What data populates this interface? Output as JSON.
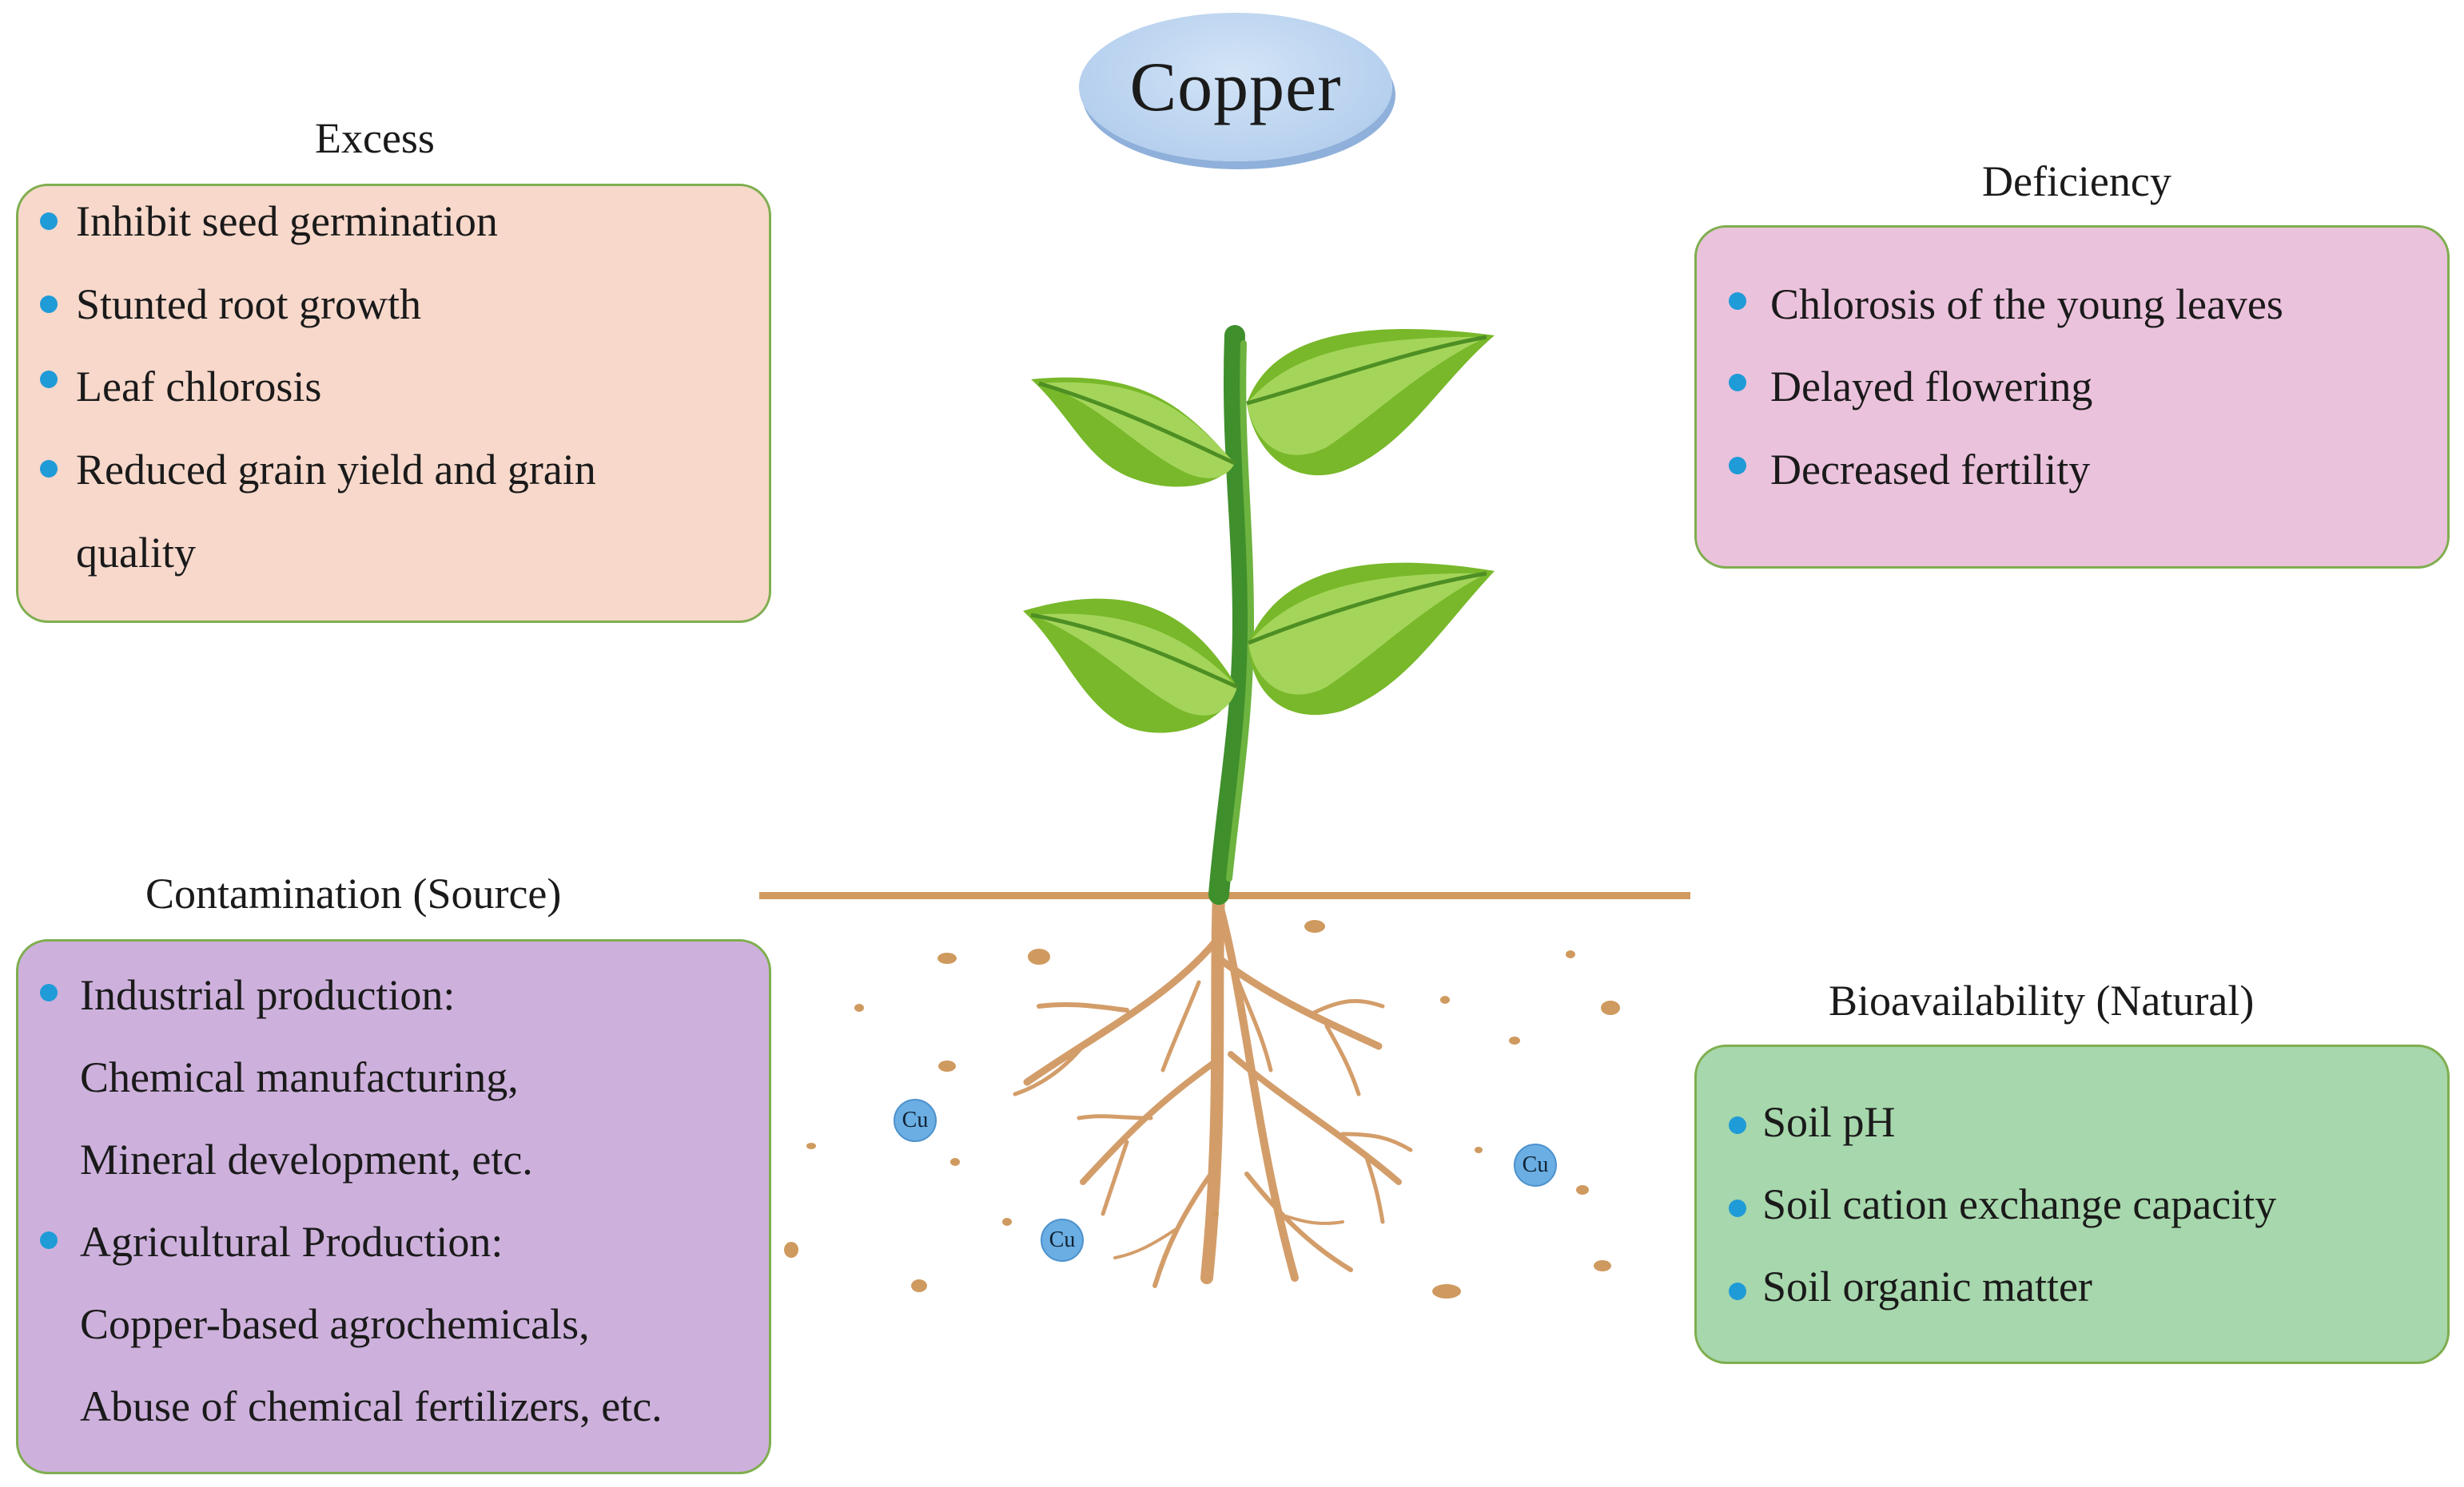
{
  "title": "Copper",
  "excess": {
    "heading": "Excess",
    "items": [
      "Inhibit seed germination",
      "Stunted root growth",
      "Leaf chlorosis",
      "Reduced grain yield and grain",
      "quality"
    ]
  },
  "deficiency": {
    "heading": "Deficiency",
    "items": [
      "Chlorosis of the young leaves",
      "Delayed flowering",
      "Decreased fertility"
    ]
  },
  "contamination": {
    "heading": "Contamination (Source)",
    "items": [
      "Industrial production:",
      "Chemical manufacturing,",
      "Mineral development, etc.",
      "Agricultural Production:",
      "Copper-based agrochemicals,",
      "Abuse of chemical fertilizers, etc."
    ]
  },
  "bioavailability": {
    "heading": "Bioavailability (Natural)",
    "items": [
      "Soil pH",
      "Soil cation exchange capacity",
      "Soil organic matter"
    ]
  },
  "soil_particles": [
    "Cu",
    "Cu",
    "Cu"
  ],
  "colors": {
    "excess_fill": "#f7d8cb",
    "deficiency_fill": "#ebc2dc",
    "contamination_fill": "#cdb1dc",
    "bioavailability_fill": "#a7d7ac",
    "box_border": "#7fae4f",
    "bullet": "#1f9bd7",
    "ground_line": "#d19a5e",
    "root": "#d39d6a",
    "leaf": "#8cc63f",
    "stem": "#3f8f2c"
  },
  "icons": [
    "plant-illustration",
    "bullet-dot",
    "copper-particle"
  ]
}
